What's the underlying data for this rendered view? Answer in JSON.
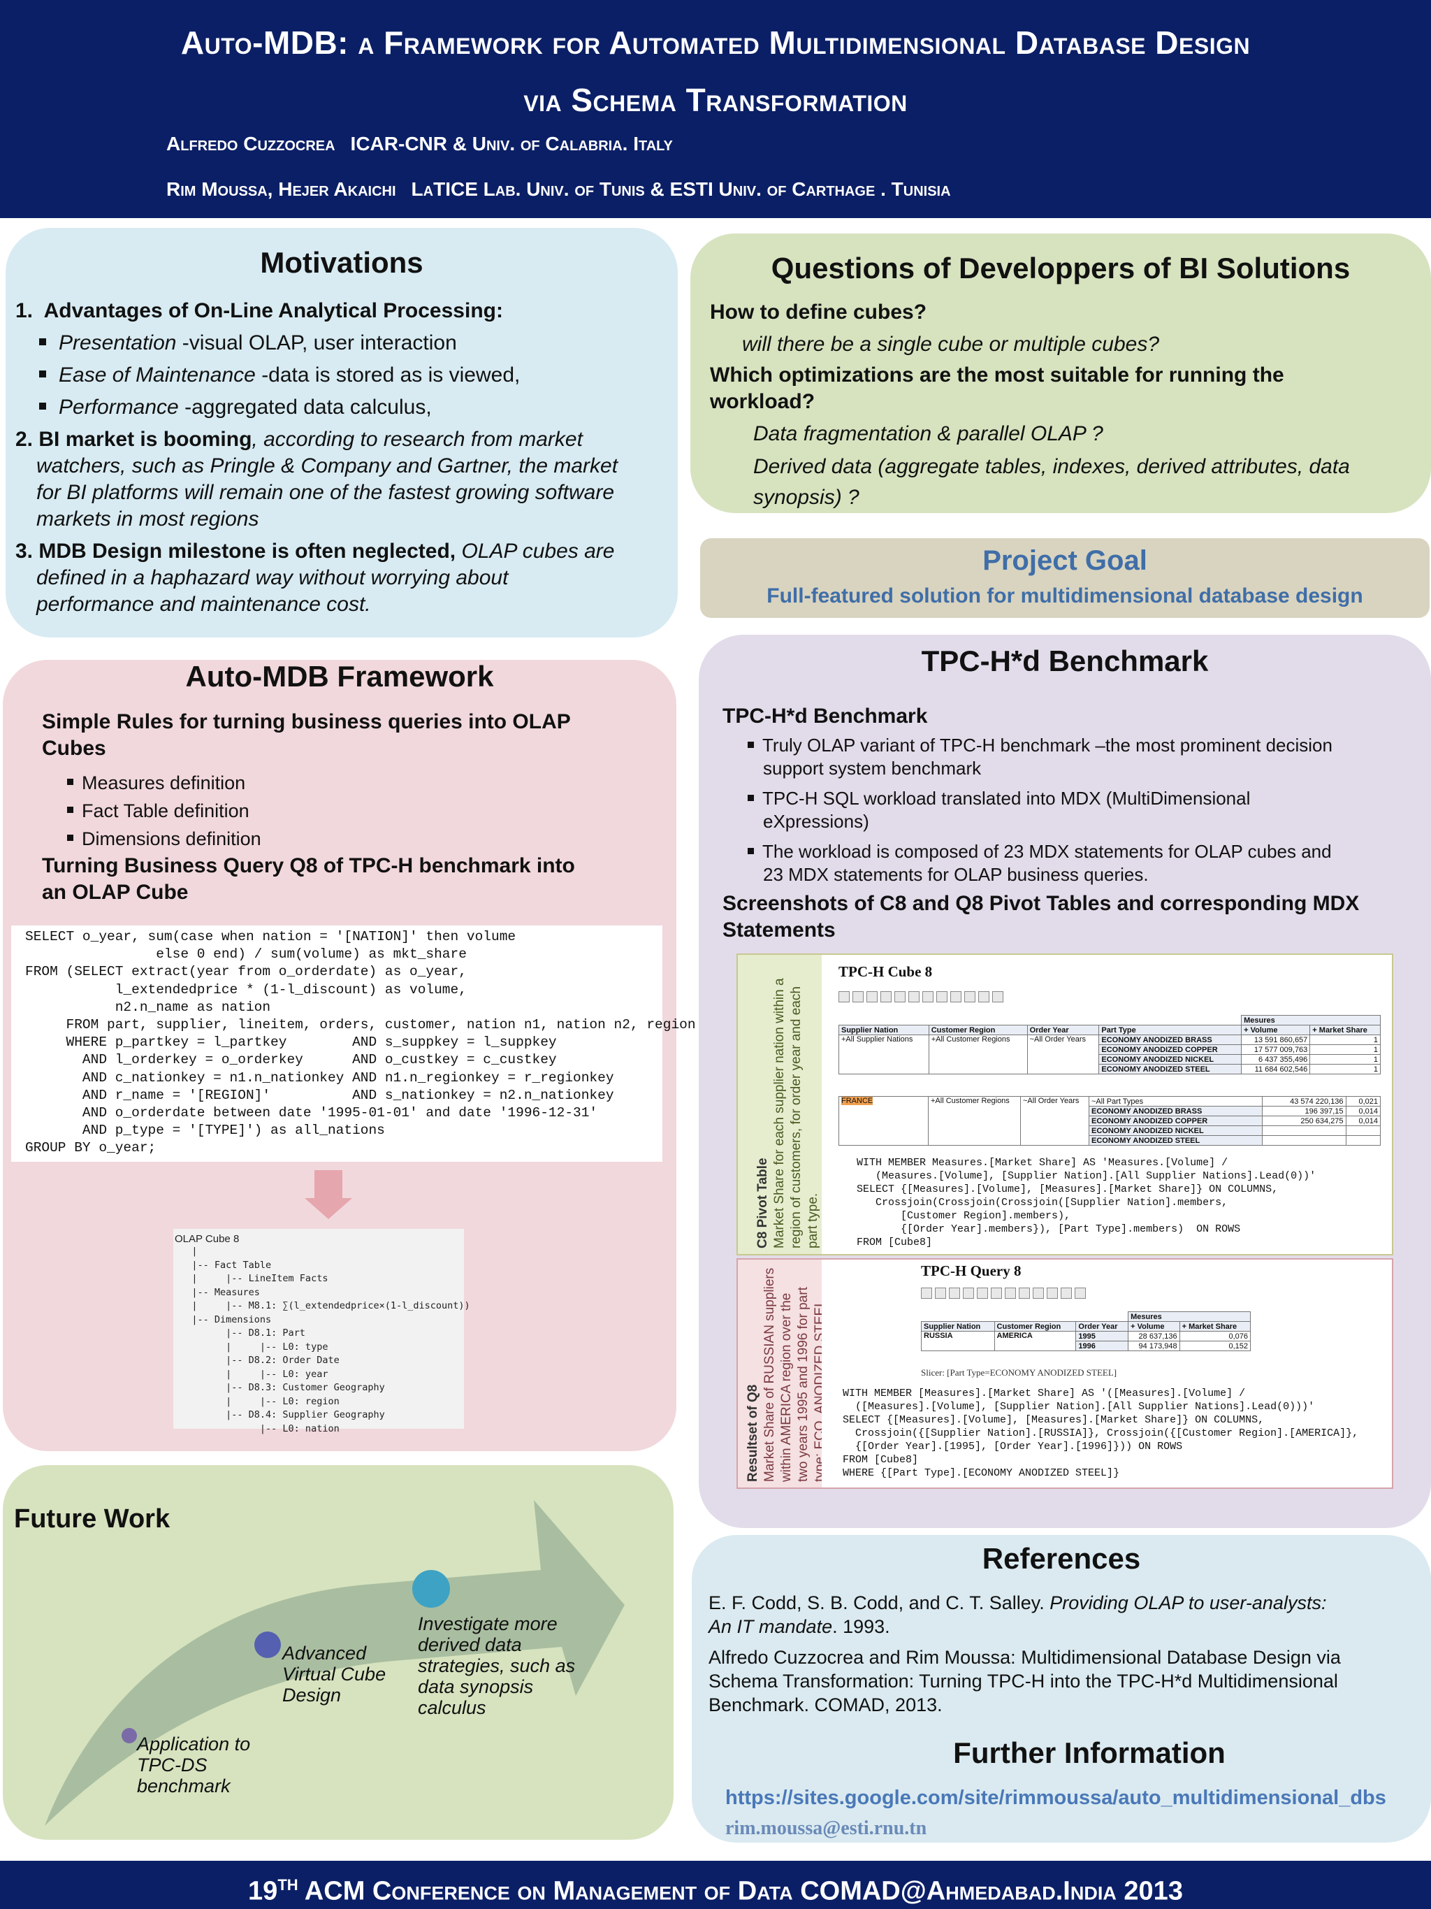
{
  "header": {
    "title_line1": "Auto-MDB: a Framework for Automated Multidimensional Database Design",
    "title_line2": "via Schema Transformation",
    "author1_name": "Alfredo Cuzzocrea",
    "author1_affil": "ICAR-CNR & Univ. of Calabria. Italy",
    "author2_names": "Rim Moussa,  Hejer Akaichi",
    "author2_affil": "LaTICE Lab. Univ. of Tunis & ESTI Univ.  of Carthage . Tunisia"
  },
  "motivations": {
    "title": "Motivations",
    "i1_num": "1.",
    "i1_head": "Advantages of On-Line Analytical Processing:",
    "b1_em": "Presentation",
    "b1_rest": " -visual OLAP, user interaction",
    "b2_em": "Ease of Maintenance",
    "b2_rest": " -data is stored as is viewed,",
    "b3_em": "Performance",
    "b3_rest": " -aggregated data calculus,",
    "i2_head": "2. BI market is booming",
    "i2_l1": ", according to research from market",
    "i2_l2": "watchers, such as Pringle & Company and Gartner, the market",
    "i2_l3": "for BI platforms will remain one of the fastest growing software",
    "i2_l4": "markets in most regions",
    "i3_head": "3. MDB Design milestone is often neglected,",
    "i3_l1": " OLAP cubes are",
    "i3_l2": "defined in a haphazard way without worrying about",
    "i3_l3": "performance and maintenance cost."
  },
  "questions": {
    "title": "Questions of Developpers of BI Solutions",
    "q1": "How to define cubes?",
    "q1_sub": "will there be a single cube or multiple cubes?",
    "q2_l1": "Which optimizations are the most suitable for running the",
    "q2_l2": "workload?",
    "q2_a": "Data fragmentation & parallel OLAP ?",
    "q2_b1": "Derived data (aggregate tables, indexes, derived attributes, data",
    "q2_b2": "synopsis) ?"
  },
  "goal": {
    "title": "Project Goal",
    "text": "Full-featured  solution for multidimensional database design"
  },
  "auto_mdb": {
    "title": "Auto-MDB Framework",
    "rules_l1": "Simple Rules for turning business queries into OLAP",
    "rules_l2": "Cubes",
    "r1": "Measures definition",
    "r2": "Fact Table definition",
    "r3": "Dimensions definition",
    "turn_l1": "Turning Business Query Q8 of TPC-H benchmark into",
    "turn_l2": "an OLAP Cube",
    "sql": "SELECT o_year, sum(case when nation = '[NATION]' then volume\n                else 0 end) / sum(volume) as mkt_share\nFROM (SELECT extract(year from o_orderdate) as o_year,\n           l_extendedprice * (1-l_discount) as volume,\n           n2.n_name as nation\n     FROM part, supplier, lineitem, orders, customer, nation n1, nation n2, region\n     WHERE p_partkey = l_partkey        AND s_suppkey = l_suppkey\n       AND l_orderkey = o_orderkey      AND o_custkey = c_custkey\n       AND c_nationkey = n1.n_nationkey AND n1.n_regionkey = r_regionkey\n       AND r_name = '[REGION]'          AND s_nationkey = n2.n_nationkey\n       AND o_orderdate between date '1995-01-01' and date '1996-12-31'\n       AND p_type = '[TYPE]') as all_nations\nGROUP BY o_year;",
    "olap_title": "OLAP Cube 8",
    "olap_tree": "   |\n   |-- Fact Table\n   |     |-- LineItem Facts\n   |-- Measures\n   |     |-- M8.1: ∑(l_extendedprice×(1-l_discount))\n   |-- Dimensions\n         |-- D8.1: Part\n         |     |-- L0: type\n         |-- D8.2: Order Date\n         |     |-- L0: year\n         |-- D8.3: Customer Geography\n         |     |-- L0: region\n         |-- D8.4: Supplier Geography\n               |-- L0: nation"
  },
  "tpch": {
    "title": "TPC-H*d Benchmark",
    "sub": "TPC-H*d Benchmark",
    "b1_l1": "Truly OLAP variant of  TPC-H benchmark –the most prominent decision",
    "b1_l2": "support system benchmark",
    "b2_l1": "TPC-H  SQL workload  translated into MDX (MultiDimensional",
    "b2_l2": "eXpressions)",
    "b3_l1": "The workload is composed of 23 MDX statements for OLAP cubes and",
    "b3_l2": "23 MDX statements for OLAP business queries.",
    "shots_l1": "Screenshots of C8 and Q8 Pivot Tables and corresponding MDX",
    "shots_l2": "Statements",
    "c8_label_bold": "C8 Pivot Table",
    "c8_label_text": "Market Share for each supplier nation within a\nregion of customers,  for order year and each\npart type.",
    "c8_title": "TPC-H Cube 8",
    "c8_hdr_measures": "Mesures",
    "c8_hdr_supplier": "Supplier Nation",
    "c8_hdr_customer": "Customer Region",
    "c8_hdr_order": "Order Year",
    "c8_hdr_part": "Part Type",
    "c8_hdr_volume": "+ Volume",
    "c8_hdr_share": "+ Market Share",
    "c8_all_supplier": "+All Supplier Nations",
    "c8_all_customer": "+All Customer Regions",
    "c8_all_order": "~All Order Years",
    "c8_rows": [
      {
        "type": "ECONOMY ANODIZED BRASS",
        "volume": "13 591 860,657",
        "share": "1"
      },
      {
        "type": "ECONOMY ANODIZED COPPER",
        "volume": "17 577 009,763",
        "share": "1"
      },
      {
        "type": "ECONOMY ANODIZED NICKEL",
        "volume": "6 437 355,496",
        "share": "1"
      },
      {
        "type": "ECONOMY ANODIZED STEEL",
        "volume": "11 684 602,546",
        "share": "1"
      }
    ],
    "c8_france": "FRANCE",
    "c8_all_parts": "~All Part Types",
    "c8_rows2": [
      {
        "type": "",
        "volume": "43 574 220,136",
        "share": "0,021"
      },
      {
        "type": "ECONOMY ANODIZED BRASS",
        "volume": "196 397,15",
        "share": "0,014"
      },
      {
        "type": "ECONOMY ANODIZED COPPER",
        "volume": "250 634,275",
        "share": "0,014"
      },
      {
        "type": "ECONOMY ANODIZED NICKEL",
        "volume": "",
        "share": ""
      },
      {
        "type": "ECONOMY ANODIZED STEEL",
        "volume": "",
        "share": ""
      }
    ],
    "c8_mdx": "WITH MEMBER Measures.[Market Share] AS 'Measures.[Volume] /\n   (Measures.[Volume], [Supplier Nation].[All Supplier Nations].Lead(0))'\nSELECT {[Measures].[Volume], [Measures].[Market Share]} ON COLUMNS,\n   Crossjoin(Crossjoin(Crossjoin([Supplier Nation].members,\n       [Customer Region].members),\n       {[Order Year].members}), [Part Type].members)  ON ROWS\nFROM [Cube8]",
    "q8_label_bold": "Resultset of Q8",
    "q8_label_text": "Market Share of RUSSIAN suppliers\nwithin AMERICA region over the\ntwo years 1995 and 1996 for part\ntype: ECO. ANODIZED STEEL.",
    "q8_title": "TPC-H Query 8",
    "q8_hdr_measures": "Mesures",
    "q8_hdr_supplier": "Supplier Nation",
    "q8_hdr_customer": "Customer Region",
    "q8_hdr_order": "Order Year",
    "q8_hdr_volume": "+ Volume",
    "q8_hdr_share": "+ Market Share",
    "q8_supplier": "RUSSIA",
    "q8_customer": "AMERICA",
    "q8_rows": [
      {
        "year": "1995",
        "volume": "28 637,136",
        "share": "0,076"
      },
      {
        "year": "1996",
        "volume": "94 173,948",
        "share": "0,152"
      }
    ],
    "q8_slicer": "Slicer: [Part Type=ECONOMY ANODIZED STEEL]",
    "q8_mdx": "WITH MEMBER [Measures].[Market Share] AS '([Measures].[Volume] /\n  ([Measures].[Volume], [Supplier Nation].[All Supplier Nations].Lead(0)))'\nSELECT {[Measures].[Volume], [Measures].[Market Share]} ON COLUMNS,\n  Crossjoin({[Supplier Nation].[RUSSIA]}, Crossjoin({[Customer Region].[AMERICA]},\n  {[Order Year].[1995], [Order Year].[1996]})) ON ROWS\nFROM [Cube8]\nWHERE {[Part Type].[ECONOMY ANODIZED STEEL]}"
  },
  "future": {
    "title": "Future Work",
    "s1": "Application to\nTPC-DS\nbenchmark",
    "s2": "Advanced\nVirtual Cube\nDesign",
    "s3": "Investigate more\nderived data\nstrategies, such as\ndata synopsis\ncalculus",
    "colors": {
      "arrow": "#a9bea0",
      "dot1": "#7a6aa8",
      "dot2": "#5560b0",
      "dot3": "#3ea2c4"
    }
  },
  "references": {
    "title": "References",
    "r1_a": "E. F. Codd, S. B. Codd, and C. T. Salley. ",
    "r1_em_l1": "Providing OLAP to user-analysts:",
    "r1_em_l2": "An IT mandate",
    "r1_b": ". 1993.",
    "r2_l1": "Alfredo Cuzzocrea and Rim Moussa: Multidimensional Database Design via",
    "r2_l2": "Schema Transformation: Turning TPC-H into the TPC-H*d Multidimensional",
    "r2_l3": "Benchmark. COMAD, 2013.",
    "further_title": "Further Information",
    "url": "https://sites.google.com/site/rimmoussa/auto_multidimensional_dbs",
    "email": "rim.moussa@esti.rnu.tn"
  },
  "footer": {
    "pre": "19",
    "sup": "TH",
    "rest": " ACM Conference on  Management  of Data  COMAD@Ahmedabad.India  2013"
  }
}
